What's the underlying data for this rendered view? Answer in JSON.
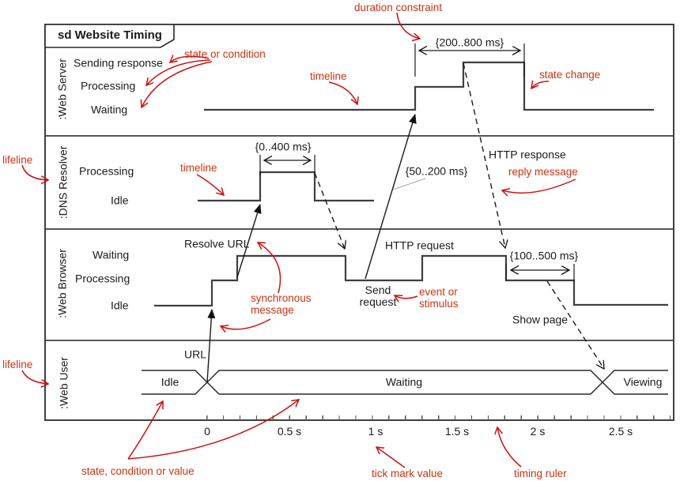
{
  "title": "sd Website Timing",
  "colors": {
    "timeline": "#3f3f3f",
    "frame": "#3f3f3f",
    "message_line": "#1a1a1a",
    "label_text": "#1a1a1a",
    "annotation_text": "#cc3311",
    "annotation_arrow": "#cc1111",
    "background": "#ffffff"
  },
  "lanes": [
    {
      "name": ":Web Server",
      "states": [
        "Sending response",
        "Processing",
        "Waiting"
      ]
    },
    {
      "name": ":DNS Resolver",
      "states": [
        "Processing",
        "Idle"
      ]
    },
    {
      "name": ":Web Browser",
      "states": [
        "Waiting",
        "Processing",
        "Idle"
      ]
    },
    {
      "name": ":Web User",
      "states": [
        "Idle",
        "Waiting",
        "Viewing"
      ]
    }
  ],
  "messages": {
    "url": "URL",
    "resolve_url": "Resolve URL",
    "send_request_line1": "Send",
    "send_request_line2": "request",
    "http_request": "HTTP request",
    "http_response": "HTTP response",
    "show_page": "Show page"
  },
  "durations": {
    "server_response": "{200..800 ms}",
    "dns_lookup": "{0..400 ms}",
    "request_transit": "{50..200 ms}",
    "page_render": "{100..500 ms}"
  },
  "ruler": {
    "tick_labels": [
      "0",
      "0.5 s",
      "1 s",
      "1.5 s",
      "2 s",
      "2.5 s"
    ]
  },
  "annotations": {
    "duration_constraint": "duration constraint",
    "state_or_condition": "state or condition",
    "timeline": "timeline",
    "state_change": "state change",
    "lifeline": "lifeline",
    "reply_message": "reply message",
    "synchronous_line1": "synchronous",
    "synchronous_line2": "message",
    "event_line1": "event or",
    "event_line2": "stimulus",
    "state_condition_or_value": "state, condition or value",
    "tick_mark_value": "tick mark value",
    "timing_ruler": "timing ruler"
  }
}
